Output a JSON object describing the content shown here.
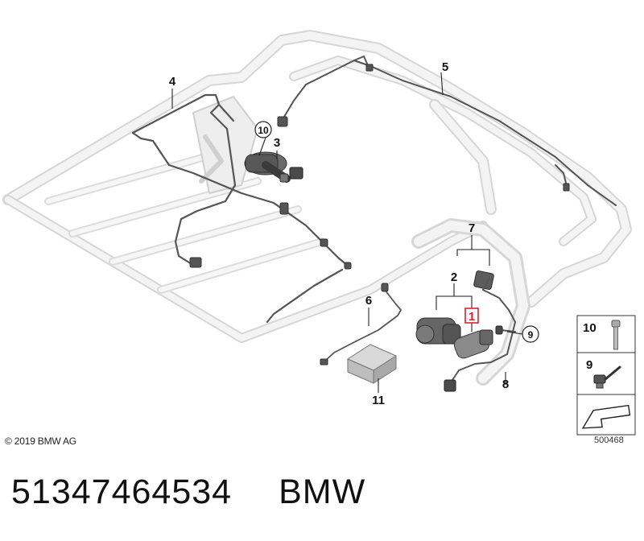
{
  "callouts": {
    "c1": "1",
    "c2": "2",
    "c3": "3",
    "c4": "4",
    "c5": "5",
    "c6": "6",
    "c7": "7",
    "c8": "8",
    "c9": "9",
    "c10": "10",
    "c11": "11"
  },
  "legend": {
    "item_10": "10",
    "item_9": "9"
  },
  "colors": {
    "highlight": "#e0202a",
    "frame_fill": "#f2f2f2",
    "frame_stroke": "#c8c8c8",
    "part_dark": "#4a4a4a"
  },
  "footer": {
    "copyright": "© 2019 BMW AG",
    "diagram_number": "500468",
    "part_number": "51347464534",
    "brand": "BMW"
  }
}
